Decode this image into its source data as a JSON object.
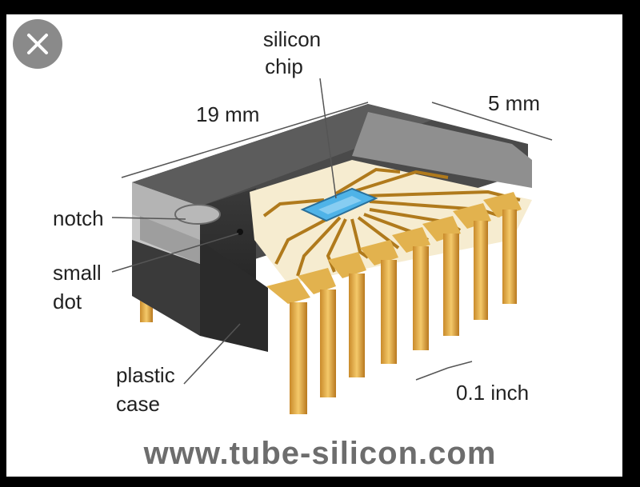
{
  "overlay": {
    "close_icon": "close-icon"
  },
  "labels": {
    "chip_line1": "silicon",
    "chip_line2": "chip",
    "length": "19 mm",
    "width": "5 mm",
    "notch": "notch",
    "dot_line1": "small",
    "dot_line2": "dot",
    "case_line1": "plastic",
    "case_line2": "case",
    "pitch": "0.1 inch"
  },
  "watermark": "www.tube-silicon.com",
  "colors": {
    "plastic": "#2a2a2a",
    "die": "#4fb3e8",
    "leads": "#d9a640",
    "cutaway": "#f6ecd0"
  }
}
